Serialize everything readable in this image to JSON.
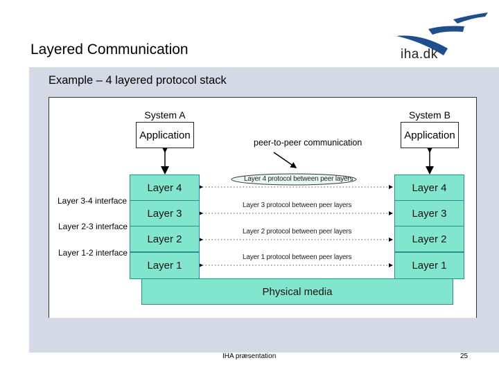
{
  "slide": {
    "title": "Layered Communication",
    "subtitle": "Example – 4 layered protocol stack"
  },
  "logo": {
    "text": "iha.dk",
    "color": "#1f4e8c"
  },
  "diagram": {
    "system_a": {
      "label": "System A",
      "application": "Application",
      "layers": [
        "Layer 4",
        "Layer 3",
        "Layer 2",
        "Layer 1"
      ]
    },
    "system_b": {
      "label": "System B",
      "application": "Application",
      "layers": [
        "Layer 4",
        "Layer 3",
        "Layer 2",
        "Layer 1"
      ]
    },
    "interfaces": [
      "Layer 3-4 interface",
      "Layer 2-3 interface",
      "Layer 1-2 interface"
    ],
    "protocols": [
      "Layer 4 protocol between peer layers",
      "Layer 3 protocol between peer layers",
      "Layer 2 protocol between peer layers",
      "Layer 1 protocol between peer layers"
    ],
    "peer_annotation": "peer-to-peer communication",
    "physical_media": "Physical media",
    "colors": {
      "layer_fill": "#82e6cf",
      "layer_border": "#2a8f88",
      "panel": "#d4d9e5"
    }
  },
  "footer": {
    "text": "IHA præsentation",
    "page_number": "25"
  }
}
